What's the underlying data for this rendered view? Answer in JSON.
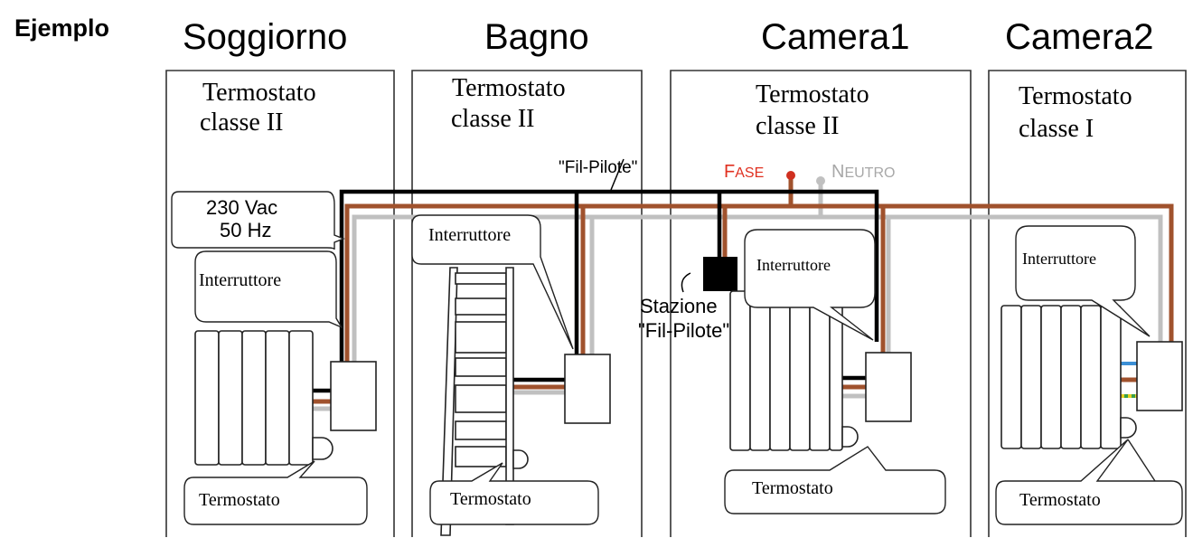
{
  "header": {
    "example_label": "Ejemplo"
  },
  "rooms": [
    {
      "name": "Soggiorno",
      "thermostat_line1": "Termostato",
      "thermostat_line2": "classe II",
      "switch_label": "Interruttore",
      "thermostat_label": "Termostato"
    },
    {
      "name": "Bagno",
      "thermostat_line1": "Termostato",
      "thermostat_line2": "classe II",
      "switch_label": "Interruttore",
      "thermostat_label": "Termostato"
    },
    {
      "name": "Camera1",
      "thermostat_line1": "Termostato",
      "thermostat_line2": "classe II",
      "switch_label": "Interruttore",
      "thermostat_label": "Termostato"
    },
    {
      "name": "Camera2",
      "thermostat_line1": "Termostato",
      "thermostat_line2": "classe I",
      "switch_label": "Interruttore",
      "thermostat_label": "Termostato"
    }
  ],
  "supply": {
    "voltage": "230 Vac",
    "frequency": "50 Hz"
  },
  "wires": {
    "pilot_wire_label": "\"Fil-Pilote\"",
    "phase_label_initial": "F",
    "phase_label_rest": "ASE",
    "neutral_label_initial": "N",
    "neutral_label_rest": "EUTRO"
  },
  "station": {
    "line1": "Stazione",
    "line2": "\"Fil-Pilote\""
  },
  "colors": {
    "phase": "#a0522d",
    "neutral": "#c0c0c0",
    "pilot": "#000000",
    "phase_text": "#e03020",
    "neutral_text": "#a8a8a8",
    "phase_dot": "#d03020"
  }
}
